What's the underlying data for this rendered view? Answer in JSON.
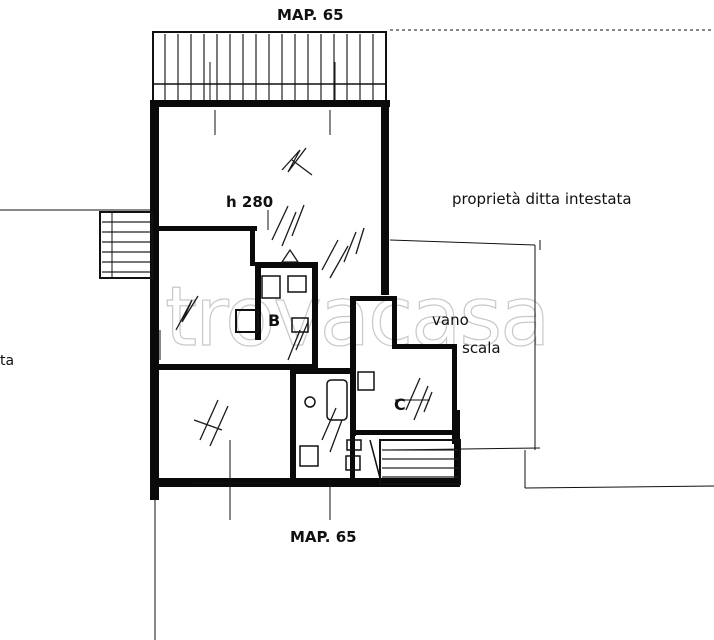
{
  "labels": {
    "map_top": "MAP. 65",
    "map_bottom": "MAP. 65",
    "height": "h 280",
    "owner": "proprietà ditta intestata",
    "stair_line1": "vano",
    "stair_line2": "scala",
    "room_b": "B",
    "room_c": "C",
    "left_fragment": "ta"
  },
  "watermark": "trovacasa",
  "colors": {
    "ink": "#0a0a0a",
    "paper": "#ffffff",
    "watermark": "#c8c8c8"
  }
}
